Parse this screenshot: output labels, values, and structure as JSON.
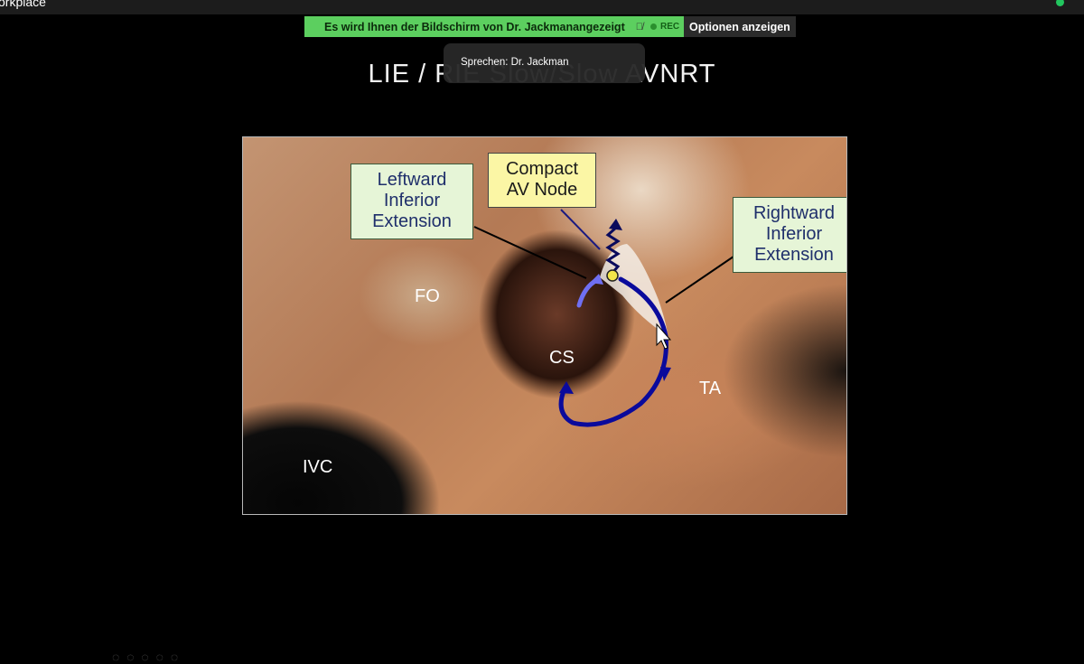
{
  "app": {
    "name": "orkplace"
  },
  "screen_share": {
    "banner_text": "Es wird Ihnen der Bildschirm von  Dr. Jackmanangezeigt",
    "rec_label": "REC",
    "options_label": "Optionen anzeigen"
  },
  "speaker": {
    "text": "Sprechen: Dr. Jackman"
  },
  "slide": {
    "title": "LIE / RIE  Slow/Slow  AVNRT",
    "callouts": {
      "leftward": [
        "Leftward",
        "Inferior",
        "Extension"
      ],
      "compact": [
        "Compact",
        "AV Node"
      ],
      "rightward": [
        "Rightward",
        "Inferior",
        "Extension"
      ]
    },
    "labels": {
      "fo": "FO",
      "cs": "CS",
      "ta": "TA",
      "ivc": "IVC"
    }
  },
  "colors": {
    "banner_green": "#5ccf5f",
    "pathway_blue": "#0a0a9c",
    "callout_green": "#e6f5d7",
    "callout_yellow": "#fbf6a5"
  }
}
